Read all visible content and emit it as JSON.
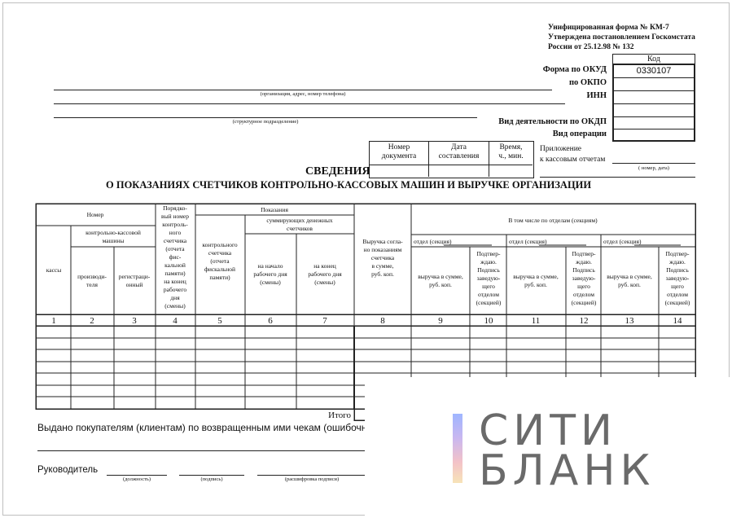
{
  "form_header": {
    "line1": "Унифицированная форма № КМ-7",
    "line2": "Утверждена постановлением Госкомстата",
    "line3": "России от 25.12.98 № 132"
  },
  "codes": {
    "kod_label": "Код",
    "okud_label": "Форма по ОКУД",
    "okud_value": "0330107",
    "okpo_label": "по ОКПО",
    "inn_label": "ИНН",
    "okdp_label": "Вид деятельности по ОКДП",
    "operation_label": "Вид операции"
  },
  "captions": {
    "org": "(организация, адрес, номер телефона)",
    "division": "(структурное подразделение)",
    "number_date": "( номер, дата)"
  },
  "doc_box": {
    "number": [
      "Номер",
      "документа"
    ],
    "date": [
      "Дата",
      "составления"
    ],
    "time": [
      "Время,",
      "ч., мин."
    ]
  },
  "attachment": [
    "Приложение",
    "к кассовым отчетам"
  ],
  "title": {
    "word": "СВЕДЕНИЯ",
    "subtitle": "О ПОКАЗАНИЯХ СЧЕТЧИКОВ КОНТРОЛЬНО-КАССОВЫХ МАШИН И ВЫРУЧКЕ ОРГАНИЗАЦИИ"
  },
  "table": {
    "nomer": "Номер",
    "kkm": [
      "контрольно-кассовой",
      "машины"
    ],
    "kassy": "кассы",
    "proizv": [
      "производи-",
      "теля"
    ],
    "registr": [
      "регистраци-",
      "онный"
    ],
    "poryad": [
      "Порядко-",
      "вый номер",
      "контроль-",
      "ного",
      "счетчика",
      "(отчета",
      "фис-",
      "кальной",
      "памяти)",
      "на конец",
      "рабочего",
      "дня",
      "(смены)"
    ],
    "kontr": [
      "контрольного",
      "счетчика",
      "(отчета",
      "фискальной",
      "памяти)"
    ],
    "pokaz": "Показания",
    "summ": [
      "суммирующих денежных",
      "счетчиков"
    ],
    "nachalo": [
      "на начало",
      "рабочего дня",
      "(смены)"
    ],
    "konec": [
      "на конец",
      "рабочего дня",
      "(смены)"
    ],
    "vyruchka": [
      "Выручка согла-",
      "но показаниям",
      "счетчика",
      "в сумме,",
      "руб. коп."
    ],
    "vtom": "В том числе по отделам (секциям)",
    "otdel": "отдел (секция)",
    "vyr_sum": [
      "выручка в сумме,",
      "руб. коп."
    ],
    "podtv": [
      "Подтвер-",
      "ждаю.",
      "Подпись",
      "заведую-",
      "щего",
      "отделом",
      "(секцией)"
    ],
    "col_numbers": [
      "1",
      "2",
      "3",
      "4",
      "5",
      "6",
      "7",
      "8",
      "9",
      "10",
      "11",
      "12",
      "13",
      "14"
    ]
  },
  "itogo": "Итого",
  "returned": "Выдано покупателям (клиентам) по возвращенным ими чекам (ошибочно пробит",
  "signature": {
    "head": "Руководитель",
    "position": "(должность)",
    "sign": "(подпись)",
    "decode": "(расшифровка подписи)"
  },
  "brand": {
    "line1": "СИТИ",
    "line2": "БЛАНК"
  }
}
